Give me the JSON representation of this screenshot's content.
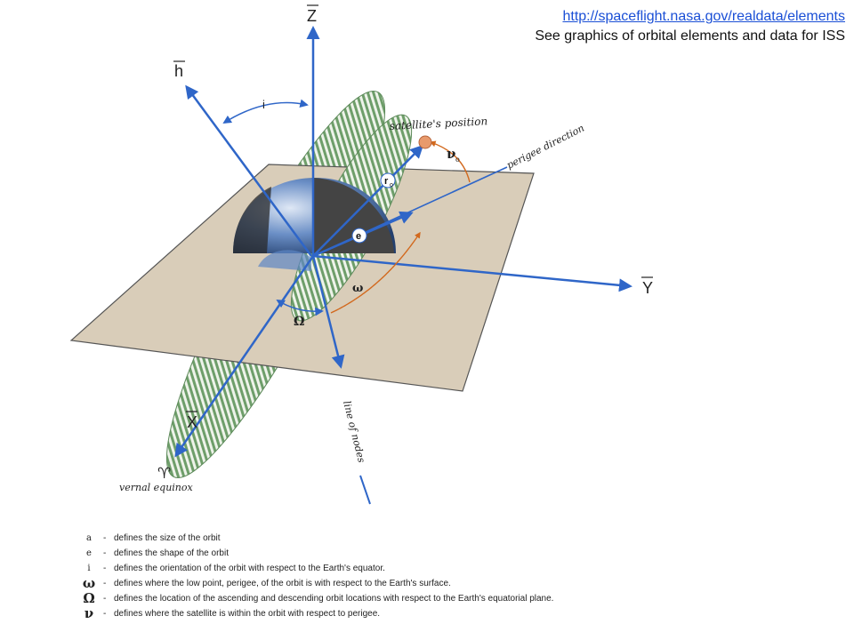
{
  "header": {
    "link_text": "http://spaceflight.nasa.gov/realdata/elements",
    "subtitle": "See graphics of orbital elements and data for ISS"
  },
  "diagram": {
    "axis_labels": {
      "z": "Z",
      "h": "h",
      "y": "Y",
      "x": "X"
    },
    "angle_labels": {
      "inclination": "i",
      "arg_perigee": "ω",
      "raan": "Ω",
      "true_anomaly": "ν",
      "true_anomaly_sub": "o"
    },
    "vector_labels": {
      "r": "r",
      "r_sub": "o",
      "e": "e"
    },
    "text_labels": {
      "satellite_position": "satellite's position",
      "perigee_direction": "perigee direction",
      "line_of_nodes": "line of nodes",
      "vernal_equinox": "vernal equinox",
      "aries_symbol": "♈"
    },
    "colors": {
      "axis_blue": "#2f66c8",
      "plane_fill": "#d9cdb9",
      "orbit_green": "#6e9e6a",
      "angle_arc": "#d2691e",
      "earth_dark": "#3a3a3a",
      "earth_blue": "#4a7fc1"
    }
  },
  "legend": {
    "items": [
      {
        "symbol": "a",
        "dash": "-",
        "text": "defines the size of the orbit"
      },
      {
        "symbol": "e",
        "dash": "-",
        "text": "defines the shape of the orbit"
      },
      {
        "symbol": "i",
        "dash": "-",
        "text": "defines the orientation of the orbit with respect to the Earth's equator."
      },
      {
        "symbol": "ω",
        "dash": "-",
        "text": "defines where the low point, perigee, of the orbit is with respect to the Earth's surface."
      },
      {
        "symbol": "Ω",
        "dash": "-",
        "text": "defines the location of the ascending and descending orbit locations with respect to the Earth's equatorial plane."
      },
      {
        "symbol": "ν",
        "dash": "-",
        "text": "defines where the satellite is within the orbit with respect to perigee."
      }
    ]
  }
}
